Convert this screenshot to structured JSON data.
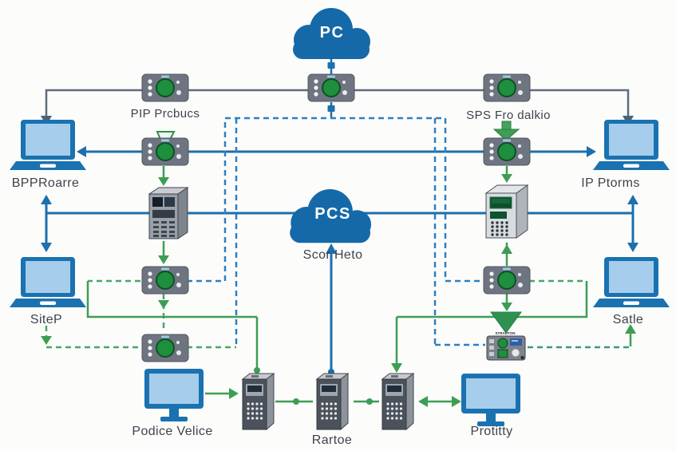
{
  "diagram": {
    "clouds": {
      "top_label": "PC",
      "center_label": "PCS"
    },
    "device_labels": {
      "top_left_switch": "PIP Prcbucs",
      "top_right_switch": "SPS Fro dalkio",
      "left_laptop_top": "BPPRoarre",
      "right_laptop_top": "IP Ptorms",
      "left_laptop_bottom": "SiteP",
      "right_laptop_bottom": "Satle",
      "center_link": "Scor Heto",
      "bottom_left_monitor": "Podice Velice",
      "bottom_center_server": "Rartoe",
      "bottom_right_monitor": "Protitty",
      "plc_caption": "STRAUTON"
    },
    "colors": {
      "cloud_blue": "#1569a8",
      "line_blue": "#1d6fad",
      "line_gray": "#5d6d7c",
      "line_green": "#3d9e53",
      "dashed_blue": "#2e7fc1",
      "dashed_green": "#4aa56b",
      "dashed_teal": "#3d967e",
      "device_green": "#1d8f3d",
      "label_text": "#3e434a"
    }
  }
}
